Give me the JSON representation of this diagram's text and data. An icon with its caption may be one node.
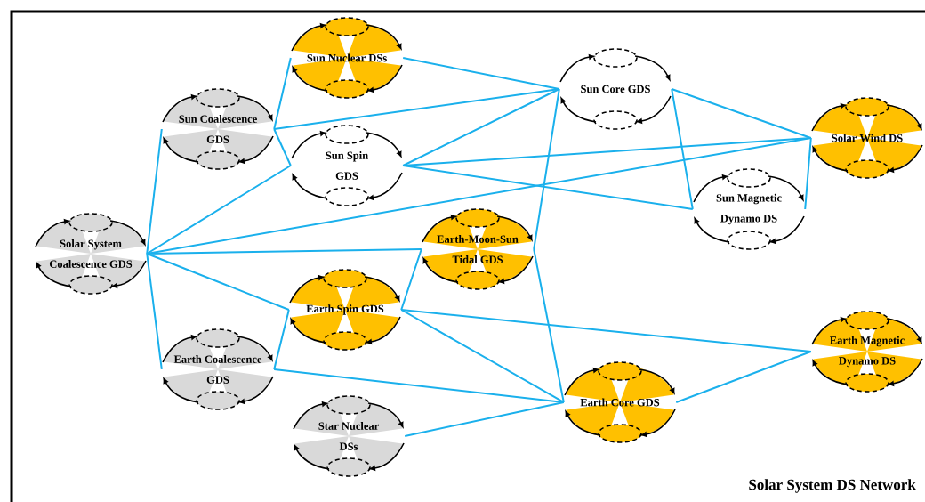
{
  "diagram": {
    "title": "Solar System DS Network",
    "nodes": [
      {
        "text": [
          "Solar System Coalescence GDS"
        ]
      },
      {
        "text": [
          "Sun Coalescence GDS"
        ]
      },
      {
        "text": [
          "Sun Nuclear DSs"
        ]
      },
      {
        "text": [
          "Sun Spin GDS"
        ]
      },
      {
        "text": [
          "Earth Coalescence GDS"
        ]
      },
      {
        "text": [
          "Earth Spin GDS"
        ]
      },
      {
        "text": [
          "Star Nuclear DSs"
        ]
      },
      {
        "text": [
          "Earth-Moon-Sun Tidal GDS"
        ]
      },
      {
        "text": [
          "Sun Core GDS"
        ]
      },
      {
        "text": [
          "Sun Magnetic Dynamo DS"
        ]
      },
      {
        "text": [
          "Solar Wind DS"
        ]
      },
      {
        "text": [
          "Earth Core GDS"
        ]
      },
      {
        "text": [
          "Earth Magnetic Dynamo DS"
        ]
      }
    ],
    "edges": [
      {
        "from": 0,
        "to": 1,
        "arrow": "none"
      },
      {
        "from": 0,
        "to": 3,
        "arrow": "none"
      },
      {
        "from": 0,
        "to": 10,
        "arrow": "none"
      },
      {
        "from": 0,
        "to": 7,
        "arrow": "none"
      },
      {
        "from": 0,
        "to": 5,
        "arrow": "none"
      },
      {
        "from": 0,
        "to": 4,
        "arrow": "none"
      },
      {
        "from": 1,
        "to": 2,
        "arrow": "none"
      },
      {
        "from": 1,
        "to": 8,
        "arrow": "none"
      },
      {
        "from": 1,
        "to": 3,
        "arrow": "none"
      },
      {
        "from": 2,
        "to": 8,
        "arrow": "none"
      },
      {
        "from": 3,
        "to": 8,
        "arrow": "none"
      },
      {
        "from": 3,
        "to": 10,
        "arrow": "none"
      },
      {
        "from": 3,
        "to": 9,
        "arrow": "none"
      },
      {
        "from": 4,
        "to": 5,
        "arrow": "none"
      },
      {
        "from": 4,
        "to": 11,
        "arrow": "none"
      },
      {
        "from": 5,
        "to": 7,
        "arrow": "none"
      },
      {
        "from": 5,
        "to": 12,
        "arrow": "none"
      },
      {
        "from": 5,
        "to": 11,
        "arrow": "none"
      },
      {
        "from": 6,
        "to": 11,
        "arrow": "none"
      },
      {
        "from": 7,
        "to": 8,
        "arrow": "none"
      },
      {
        "from": 7,
        "to": 11,
        "arrow": "none"
      },
      {
        "from": 8,
        "to": 10,
        "arrow": "none"
      },
      {
        "from": 8,
        "to": 9,
        "arrow": "none"
      },
      {
        "from": 9,
        "to": 10,
        "arrow": "none"
      },
      {
        "from": 11,
        "to": 12,
        "arrow": "none"
      }
    ]
  }
}
